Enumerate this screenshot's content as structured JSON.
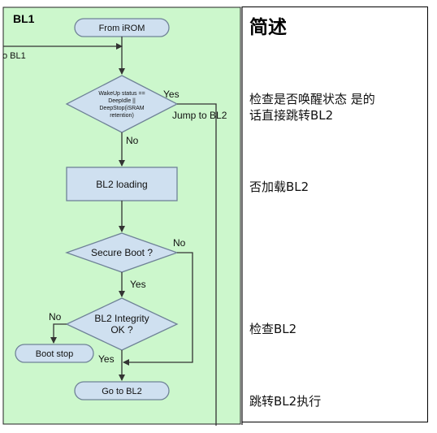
{
  "diagram": {
    "frame_title": "BL1",
    "start_label": "From iROM",
    "left_entry_label": "o BL1",
    "decision1": {
      "lines": [
        "WakeUp status ==",
        "DeepIdle ||",
        "DeepStop(iSRAM",
        "retention)"
      ],
      "yes_label": "Yes",
      "no_label": "No",
      "jump_label": "Jump to BL2"
    },
    "load_label": "BL2 loading",
    "decision2": {
      "label": "Secure Boot ?",
      "no_label": "No",
      "yes_label": "Yes"
    },
    "decision3": {
      "lines": [
        "BL2 Integrity",
        "OK ?"
      ],
      "no_label": "No",
      "yes_label": "Yes"
    },
    "stop_label": "Boot stop",
    "end_label": "Go to BL2"
  },
  "notes": {
    "title": "简述",
    "note1_line1": "检查是否唤醒状态 是的",
    "note1_line2": "话直接跳转BL2",
    "note2": "否加载BL2",
    "note3": "检查BL2",
    "note4": "跳转BL2执行"
  },
  "colors": {
    "panel_bg": "#ccf7cc",
    "shape_fill": "#cfe0f0",
    "shape_stroke": "#6f8297",
    "line": "#333333"
  }
}
